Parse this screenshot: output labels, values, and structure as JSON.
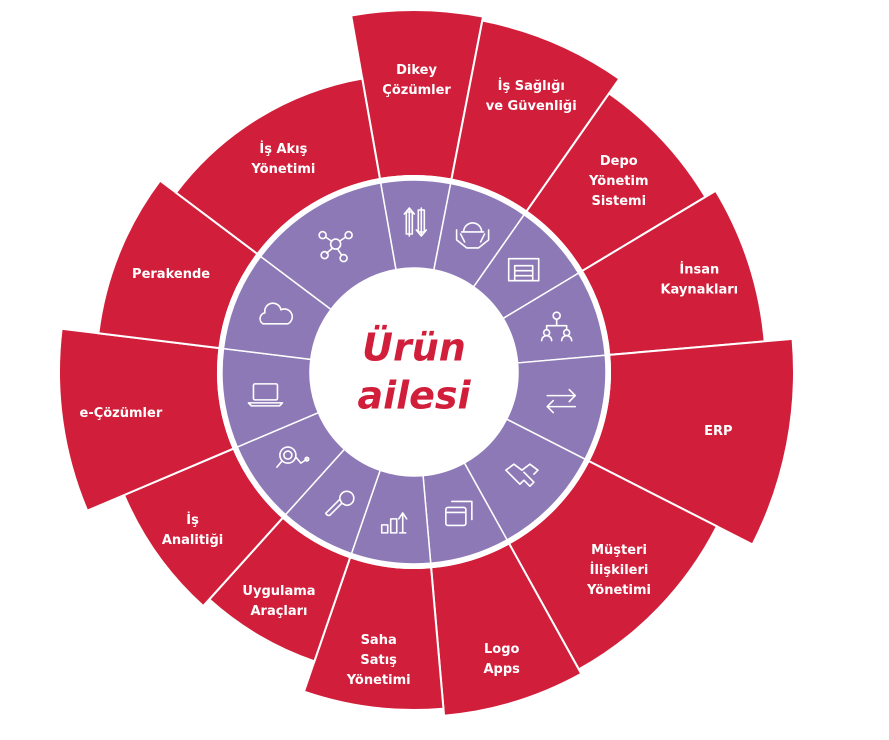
{
  "center": {
    "line1": "Ürün",
    "line2": "ailesi"
  },
  "colors": {
    "segment": "#d11f3b",
    "ring": "#8e79b7",
    "center": "#ffffff",
    "title": "#d11f3b"
  },
  "segments": [
    {
      "lines": [
        "Dikey",
        "Çözümler"
      ],
      "icon": "vertical-arrows-icon"
    },
    {
      "lines": [
        "İş Sağlığı",
        "ve Güvenliği"
      ],
      "icon": "helmet-hands-icon"
    },
    {
      "lines": [
        "Depo",
        "Yönetim",
        "Sistemi"
      ],
      "icon": "warehouse-icon"
    },
    {
      "lines": [
        "İnsan",
        "Kaynakları"
      ],
      "icon": "org-people-icon"
    },
    {
      "lines": [
        "ERP"
      ],
      "icon": "exchange-arrows-icon"
    },
    {
      "lines": [
        "Müşteri",
        "İlişkileri",
        "Yönetimi"
      ],
      "icon": "handshake-icon"
    },
    {
      "lines": [
        "Logo",
        "Apps"
      ],
      "icon": "app-windows-icon"
    },
    {
      "lines": [
        "Saha",
        "Satış",
        "Yönetimi"
      ],
      "icon": "growth-chart-icon"
    },
    {
      "lines": [
        "Uygulama",
        "Araçları"
      ],
      "icon": "wrench-icon"
    },
    {
      "lines": [
        "İş",
        "Analitiği"
      ],
      "icon": "analytics-magnifier-icon"
    },
    {
      "lines": [
        "e-Çözümler"
      ],
      "icon": "laptop-icon"
    },
    {
      "lines": [
        "Perakende"
      ],
      "icon": "cloud-icon"
    },
    {
      "lines": [
        "İş Akış",
        "Yönetimi"
      ],
      "icon": "workflow-nodes-icon"
    }
  ]
}
